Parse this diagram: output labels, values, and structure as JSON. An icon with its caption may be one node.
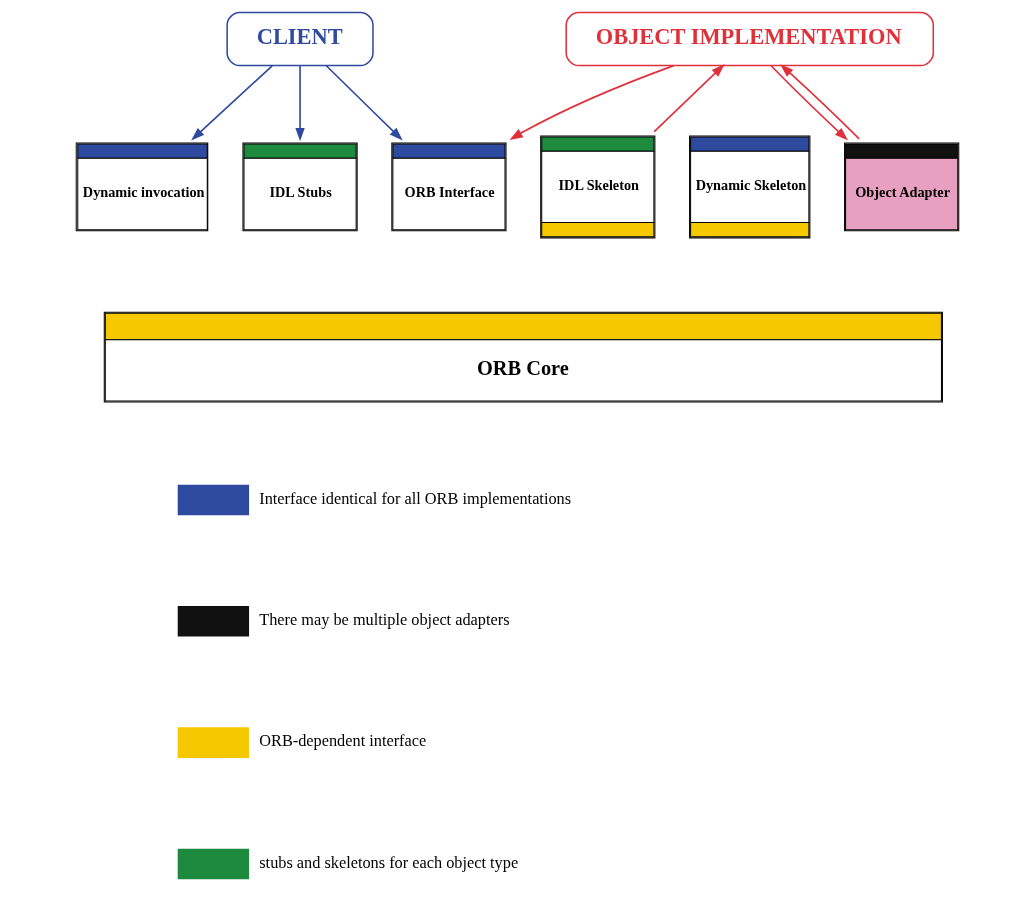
{
  "diagram": {
    "nodes": [
      {
        "text": [
          "CLIENT"
        ]
      },
      {
        "text": [
          "OBJECT IMPLEMENTATION"
        ]
      },
      {
        "text": [
          "Dynamic invocation"
        ]
      },
      {
        "text": [
          "IDL Stubs"
        ]
      },
      {
        "text": [
          "ORB Interface"
        ]
      },
      {
        "text": [
          "IDL Skeleton"
        ]
      },
      {
        "text": [
          "Dynamic Skeleton"
        ]
      },
      {
        "text": [
          "Object Adapter"
        ]
      },
      {
        "text": [
          "ORB Core"
        ]
      }
    ],
    "edges": [
      {
        "from": 0,
        "to": 2,
        "arrow": "to",
        "color": "#2e4a9e"
      },
      {
        "from": 0,
        "to": 3,
        "arrow": "to",
        "color": "#2e4a9e"
      },
      {
        "from": 0,
        "to": 4,
        "arrow": "to",
        "color": "#2e4a9e"
      },
      {
        "from": 1,
        "to": 4,
        "arrow": "to"
      },
      {
        "from": 5,
        "to": 1,
        "arrow": "to"
      },
      {
        "from": 1,
        "to": 7,
        "arrow": "to"
      },
      {
        "from": 7,
        "to": 1,
        "arrow": "to"
      }
    ],
    "legend": [
      {
        "text": "Interface identical for all ORB implementations",
        "color": "#2e4a9e"
      },
      {
        "text": "There may be multiple object adapters",
        "color": "#111111"
      },
      {
        "text": "ORB-dependent interface",
        "color": "#f5c800"
      },
      {
        "text": "stubs and skeletons for each object type",
        "color": "#1e8a3e"
      }
    ]
  }
}
